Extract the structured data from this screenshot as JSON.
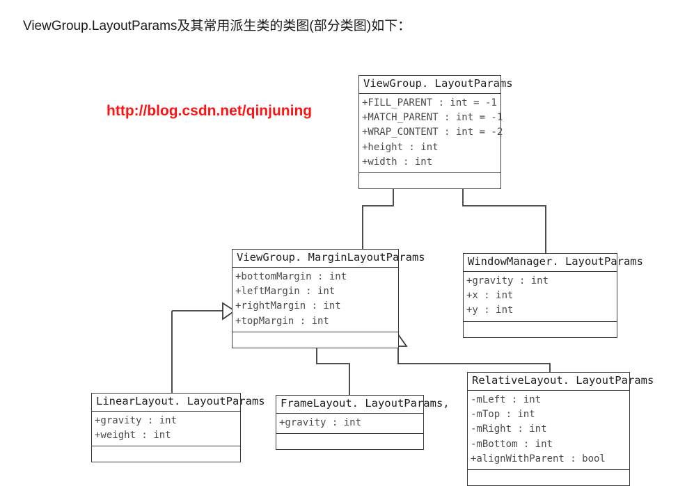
{
  "page": {
    "title": "ViewGroup.LayoutParams及其常用派生类的类图(部分类图)如下：",
    "watermark": "http://blog.csdn.net/qinjuning",
    "background_color": "#ffffff",
    "line_color": "#3a3a3a",
    "watermark_color": "#fc1414"
  },
  "classes": [
    {
      "id": "viewgroup-layoutparams",
      "name": "ViewGroup. LayoutParams",
      "attributes": [
        "+FILL_PARENT : int = -1",
        "+MATCH_PARENT : int = -1",
        "+WRAP_CONTENT : int = -2",
        "+height : int",
        "+width : int"
      ],
      "methods": []
    },
    {
      "id": "viewgroup-marginlayoutparams",
      "name": "ViewGroup. MarginLayoutParams",
      "attributes": [
        "+bottomMargin : int",
        "+leftMargin : int",
        "+rightMargin : int",
        "+topMargin : int"
      ],
      "methods": []
    },
    {
      "id": "windowmanager-layoutparams",
      "name": "WindowManager. LayoutParams",
      "attributes": [
        "+gravity : int",
        "+x : int",
        "+y : int"
      ],
      "methods": []
    },
    {
      "id": "linearlayout-layoutparams",
      "name": "LinearLayout. LayoutParams",
      "attributes": [
        "+gravity : int",
        "+weight : int"
      ],
      "methods": []
    },
    {
      "id": "framelayout-layoutparams",
      "name": "FrameLayout. LayoutParams,",
      "attributes": [
        "+gravity : int"
      ],
      "methods": []
    },
    {
      "id": "relativelayout-layoutparams",
      "name": "RelativeLayout. LayoutParams",
      "attributes": [
        "-mLeft : int",
        "-mTop : int",
        "-mRight : int",
        "-mBottom : int",
        "+alignWithParent : bool"
      ],
      "methods": []
    }
  ],
  "relationships": [
    {
      "type": "generalization",
      "from": "viewgroup-marginlayoutparams",
      "to": "viewgroup-layoutparams"
    },
    {
      "type": "generalization",
      "from": "windowmanager-layoutparams",
      "to": "viewgroup-layoutparams"
    },
    {
      "type": "generalization",
      "from": "linearlayout-layoutparams",
      "to": "viewgroup-marginlayoutparams"
    },
    {
      "type": "generalization",
      "from": "framelayout-layoutparams",
      "to": "viewgroup-marginlayoutparams"
    },
    {
      "type": "generalization",
      "from": "relativelayout-layoutparams",
      "to": "viewgroup-marginlayoutparams"
    }
  ]
}
